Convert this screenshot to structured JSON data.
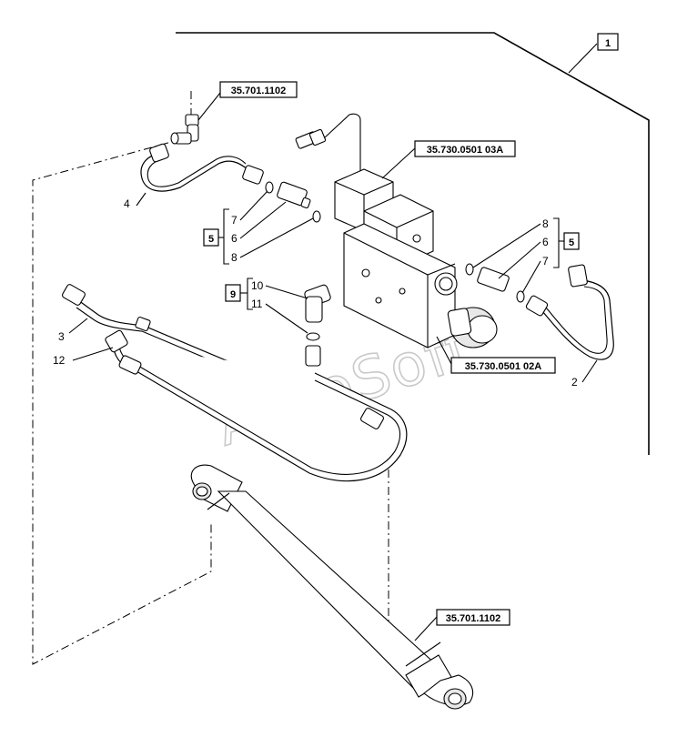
{
  "references": {
    "ref_top": "35.701.1102",
    "ref_valve_upper": "35.730.0501 03A",
    "ref_valve_lower": "35.730.0501 02A",
    "ref_cylinder": "35.701.1102"
  },
  "boxed_labels": {
    "group_1": "1",
    "group_5_left": "5",
    "group_5_right": "5",
    "group_9": "9"
  },
  "callouts": {
    "n2": "2",
    "n3": "3",
    "n4": "4",
    "n6_left": "6",
    "n7_left": "7",
    "n8_left": "8",
    "n6_right": "6",
    "n7_right": "7",
    "n8_right": "8",
    "n10": "10",
    "n11": "11",
    "n12": "12"
  },
  "watermark": "AutoSoft"
}
